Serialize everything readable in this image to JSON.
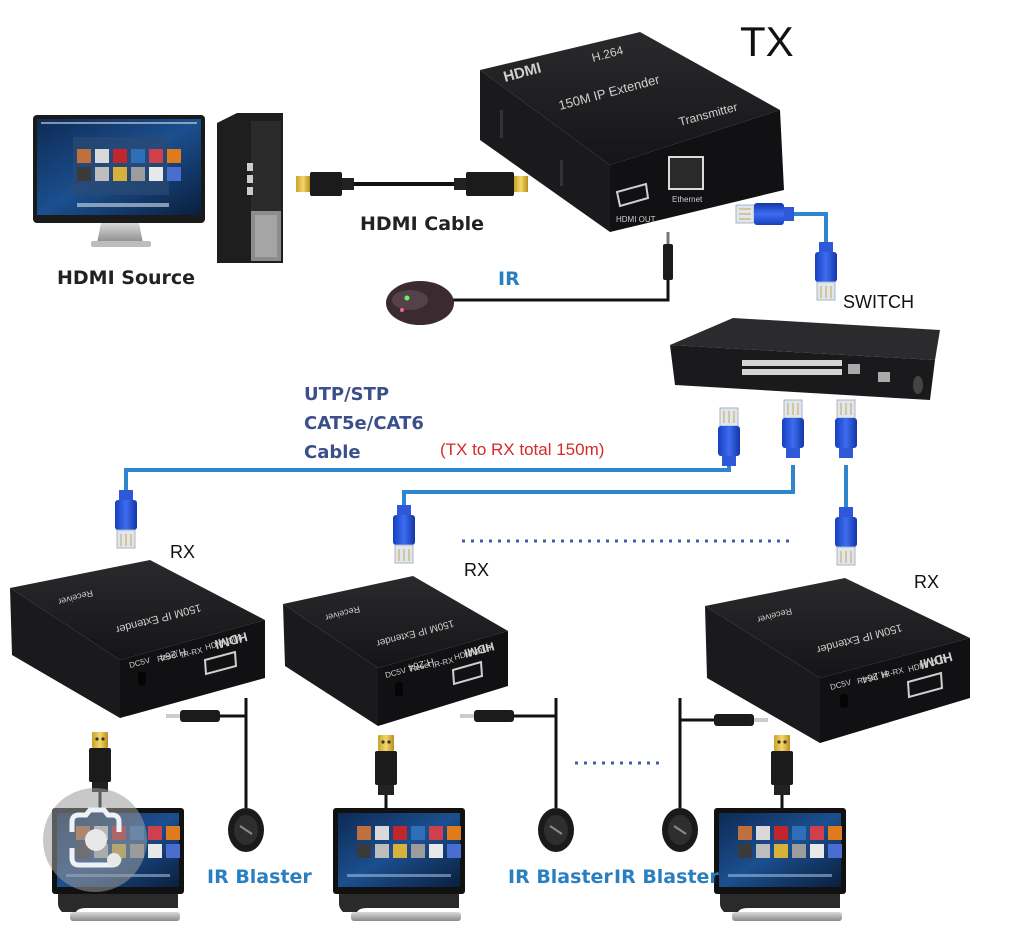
{
  "diagram": {
    "title": "HDMI over IP Extender Topology",
    "tx": {
      "heading": "TX",
      "brand": "HDMI",
      "codec": "H.264",
      "model": "150M IP Extender",
      "role": "Transmitter",
      "ports": [
        "HDMI OUT",
        "Ethernet"
      ]
    },
    "source": {
      "label": "HDMI Source"
    },
    "hdmi_cable": {
      "label": "HDMI Cable"
    },
    "ir": {
      "label": "IR"
    },
    "switch": {
      "label": "SWITCH"
    },
    "cable_info": {
      "lines": [
        "UTP/STP",
        "CAT5e/CAT6",
        "Cable"
      ],
      "distance_note": "(TX to RX total 150m)"
    },
    "receivers": [
      {
        "heading": "RX",
        "brand": "HDMI",
        "codec": "H.264",
        "model": "150M IP Extender",
        "role": "Receiver",
        "ports": [
          "DC5V",
          "Reset",
          "IR-RX",
          "HDMI OUT"
        ],
        "ir_label": "IR Blaster"
      },
      {
        "heading": "RX",
        "brand": "HDMI",
        "codec": "H.264",
        "model": "150M IP Extender",
        "role": "Receiver",
        "ports": [
          "DC5V",
          "Reset",
          "IR-RX",
          "HDMI OUT"
        ],
        "ir_label": "IR Blaster"
      },
      {
        "heading": "RX",
        "brand": "HDMI",
        "codec": "H.264",
        "model": "150M IP Extender",
        "role": "Receiver",
        "ports": [
          "DC5V",
          "Reset",
          "IR-RX",
          "HDMI OUT"
        ],
        "ir_label": "IR Blaster"
      }
    ],
    "colors": {
      "cable_blue": "#2f86cf",
      "rj45_blue": "#1f4fd6",
      "label_blue": "#2a7fc0",
      "label_navy": "#3b4f8a",
      "label_red": "#d42a2a",
      "device_black": "#1d1d1f"
    },
    "overlay": {
      "icon": "google-lens-icon"
    }
  }
}
